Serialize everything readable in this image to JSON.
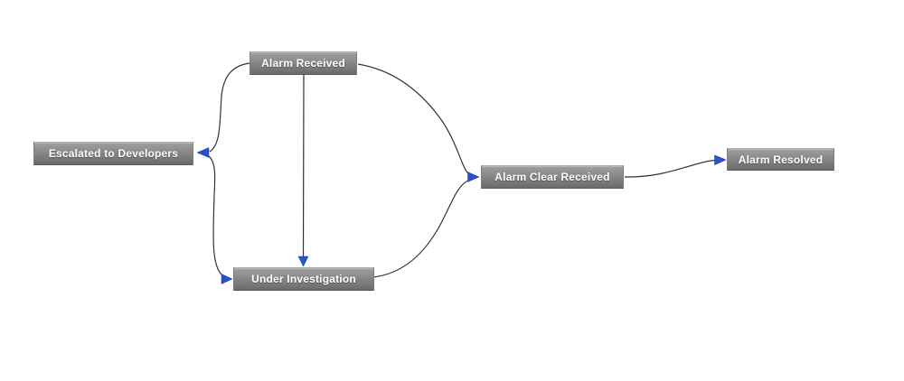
{
  "diagram": {
    "type": "state-flow",
    "background": "#ffffff",
    "colors": {
      "edge": "#333333",
      "arrowhead": "#2a52c8",
      "node_fill_top": "#a0a0a0",
      "node_fill_bottom": "#6b6b6b",
      "node_border": "#7c7c7c",
      "node_text": "#ffffff"
    },
    "nodes": [
      {
        "id": "alarm-received",
        "label": "Alarm Received"
      },
      {
        "id": "escalated-to-developers",
        "label": "Escalated to Developers"
      },
      {
        "id": "under-investigation",
        "label": "Under Investigation"
      },
      {
        "id": "alarm-clear-received",
        "label": "Alarm Clear Received"
      },
      {
        "id": "alarm-resolved",
        "label": "Alarm Resolved"
      }
    ],
    "edges": [
      {
        "from": "Alarm Received",
        "to": "Escalated to Developers"
      },
      {
        "from": "Alarm Received",
        "to": "Under Investigation"
      },
      {
        "from": "Alarm Received",
        "to": "Alarm Clear Received"
      },
      {
        "from": "Escalated to Developers",
        "to": "Under Investigation"
      },
      {
        "from": "Under Investigation",
        "to": "Alarm Clear Received"
      },
      {
        "from": "Alarm Clear Received",
        "to": "Alarm Resolved"
      }
    ]
  }
}
